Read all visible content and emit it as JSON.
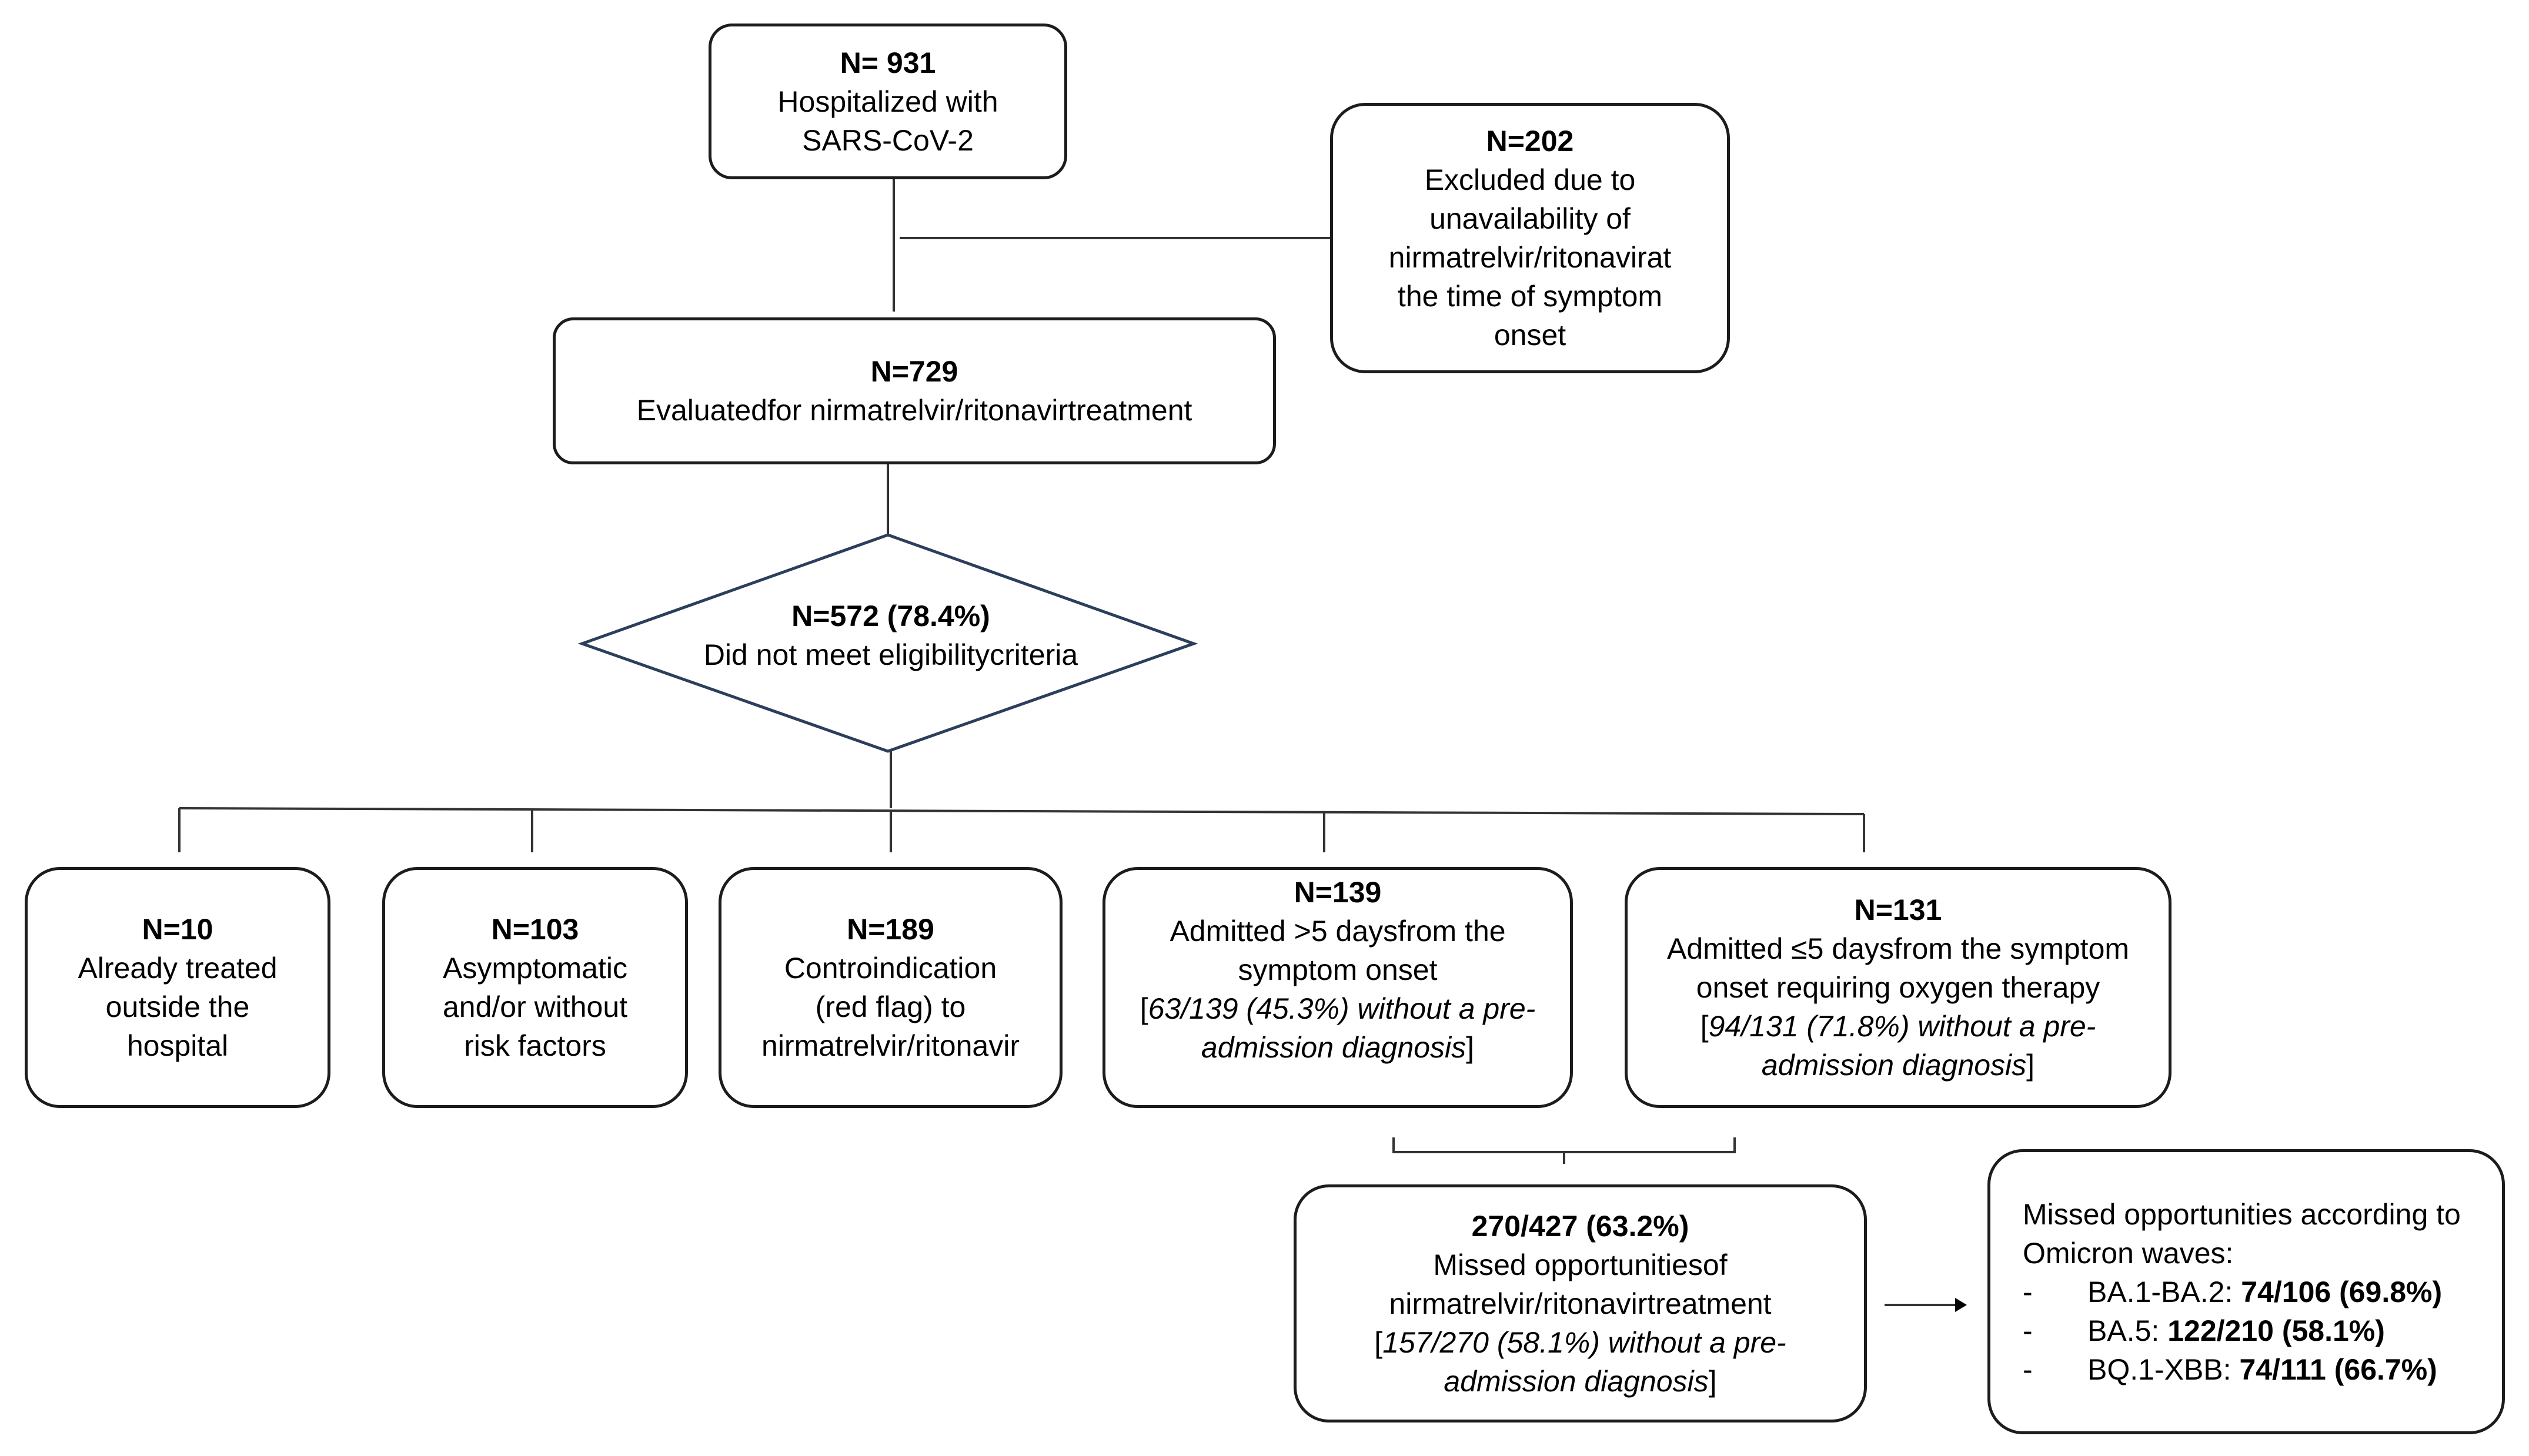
{
  "nodes": {
    "hospitalized": {
      "count": "N= 931",
      "line1": "Hospitalized with",
      "line2": "SARS-CoV-2"
    },
    "excluded": {
      "count": "N=202",
      "line1": "Excluded due to",
      "line2": "unavailability of",
      "line3": "nirmatrelvir/ritonavirat",
      "line4": "the time of symptom",
      "line5": "onset"
    },
    "evaluated": {
      "count": "N=729",
      "line1": "Evaluatedfor nirmatrelvir/ritonavirtreatment"
    },
    "not_eligible": {
      "count": "N=572 (78.4%)",
      "line1": "Did not meet eligibilitycriteria"
    },
    "already_treated": {
      "count": "N=10",
      "line1": "Already treated",
      "line2": "outside the",
      "line3": "hospital"
    },
    "asymptomatic": {
      "count": "N=103",
      "line1": "Asymptomatic",
      "line2": "and/or without",
      "line3": "risk factors"
    },
    "contraindication": {
      "count": "N=189",
      "line1": "Controindication",
      "line2": "(red flag) to",
      "line3": "nirmatrelvir/ritonavir"
    },
    "admitted_gt5": {
      "count": "N=139",
      "line1": "Admitted >5 daysfrom the",
      "line2": "symptom onset",
      "line3_open": "[",
      "line3_italic": "63/139 (45.3%) without a pre-",
      "line4_italic": "admission diagnosis",
      "line4_close": "]"
    },
    "admitted_le5": {
      "count": "N=131",
      "line1": "Admitted ≤5 daysfrom the symptom",
      "line2": "onset requiring oxygen therapy",
      "line3_open": "[",
      "line3_italic": "94/131 (71.8%) without a pre-",
      "line4_italic": "admission diagnosis",
      "line4_close": "]"
    },
    "missed": {
      "count": "270/427 (63.2%)",
      "line1": "Missed opportunitiesof",
      "line2": "nirmatrelvir/ritonavirtreatment",
      "line3_open": "[",
      "line3_italic": "157/270 (58.1%) without a pre-",
      "line4_italic": "admission diagnosis",
      "line4_close": "]"
    },
    "waves": {
      "title1": "Missed opportunities according to",
      "title2": "Omicron waves:",
      "items": [
        {
          "dash": "-",
          "label": "BA.1-BA.2: ",
          "value": "74/106 (69.8%)"
        },
        {
          "dash": "-",
          "label": "BA.5: ",
          "value": "122/210 (58.1%)"
        },
        {
          "dash": "-",
          "label": "BQ.1-XBB: ",
          "value": "74/111 (66.7%)"
        }
      ]
    }
  },
  "colors": {
    "border": "#1c1c1c",
    "diamond_border": "#2b3f5c",
    "line": "#333333"
  }
}
